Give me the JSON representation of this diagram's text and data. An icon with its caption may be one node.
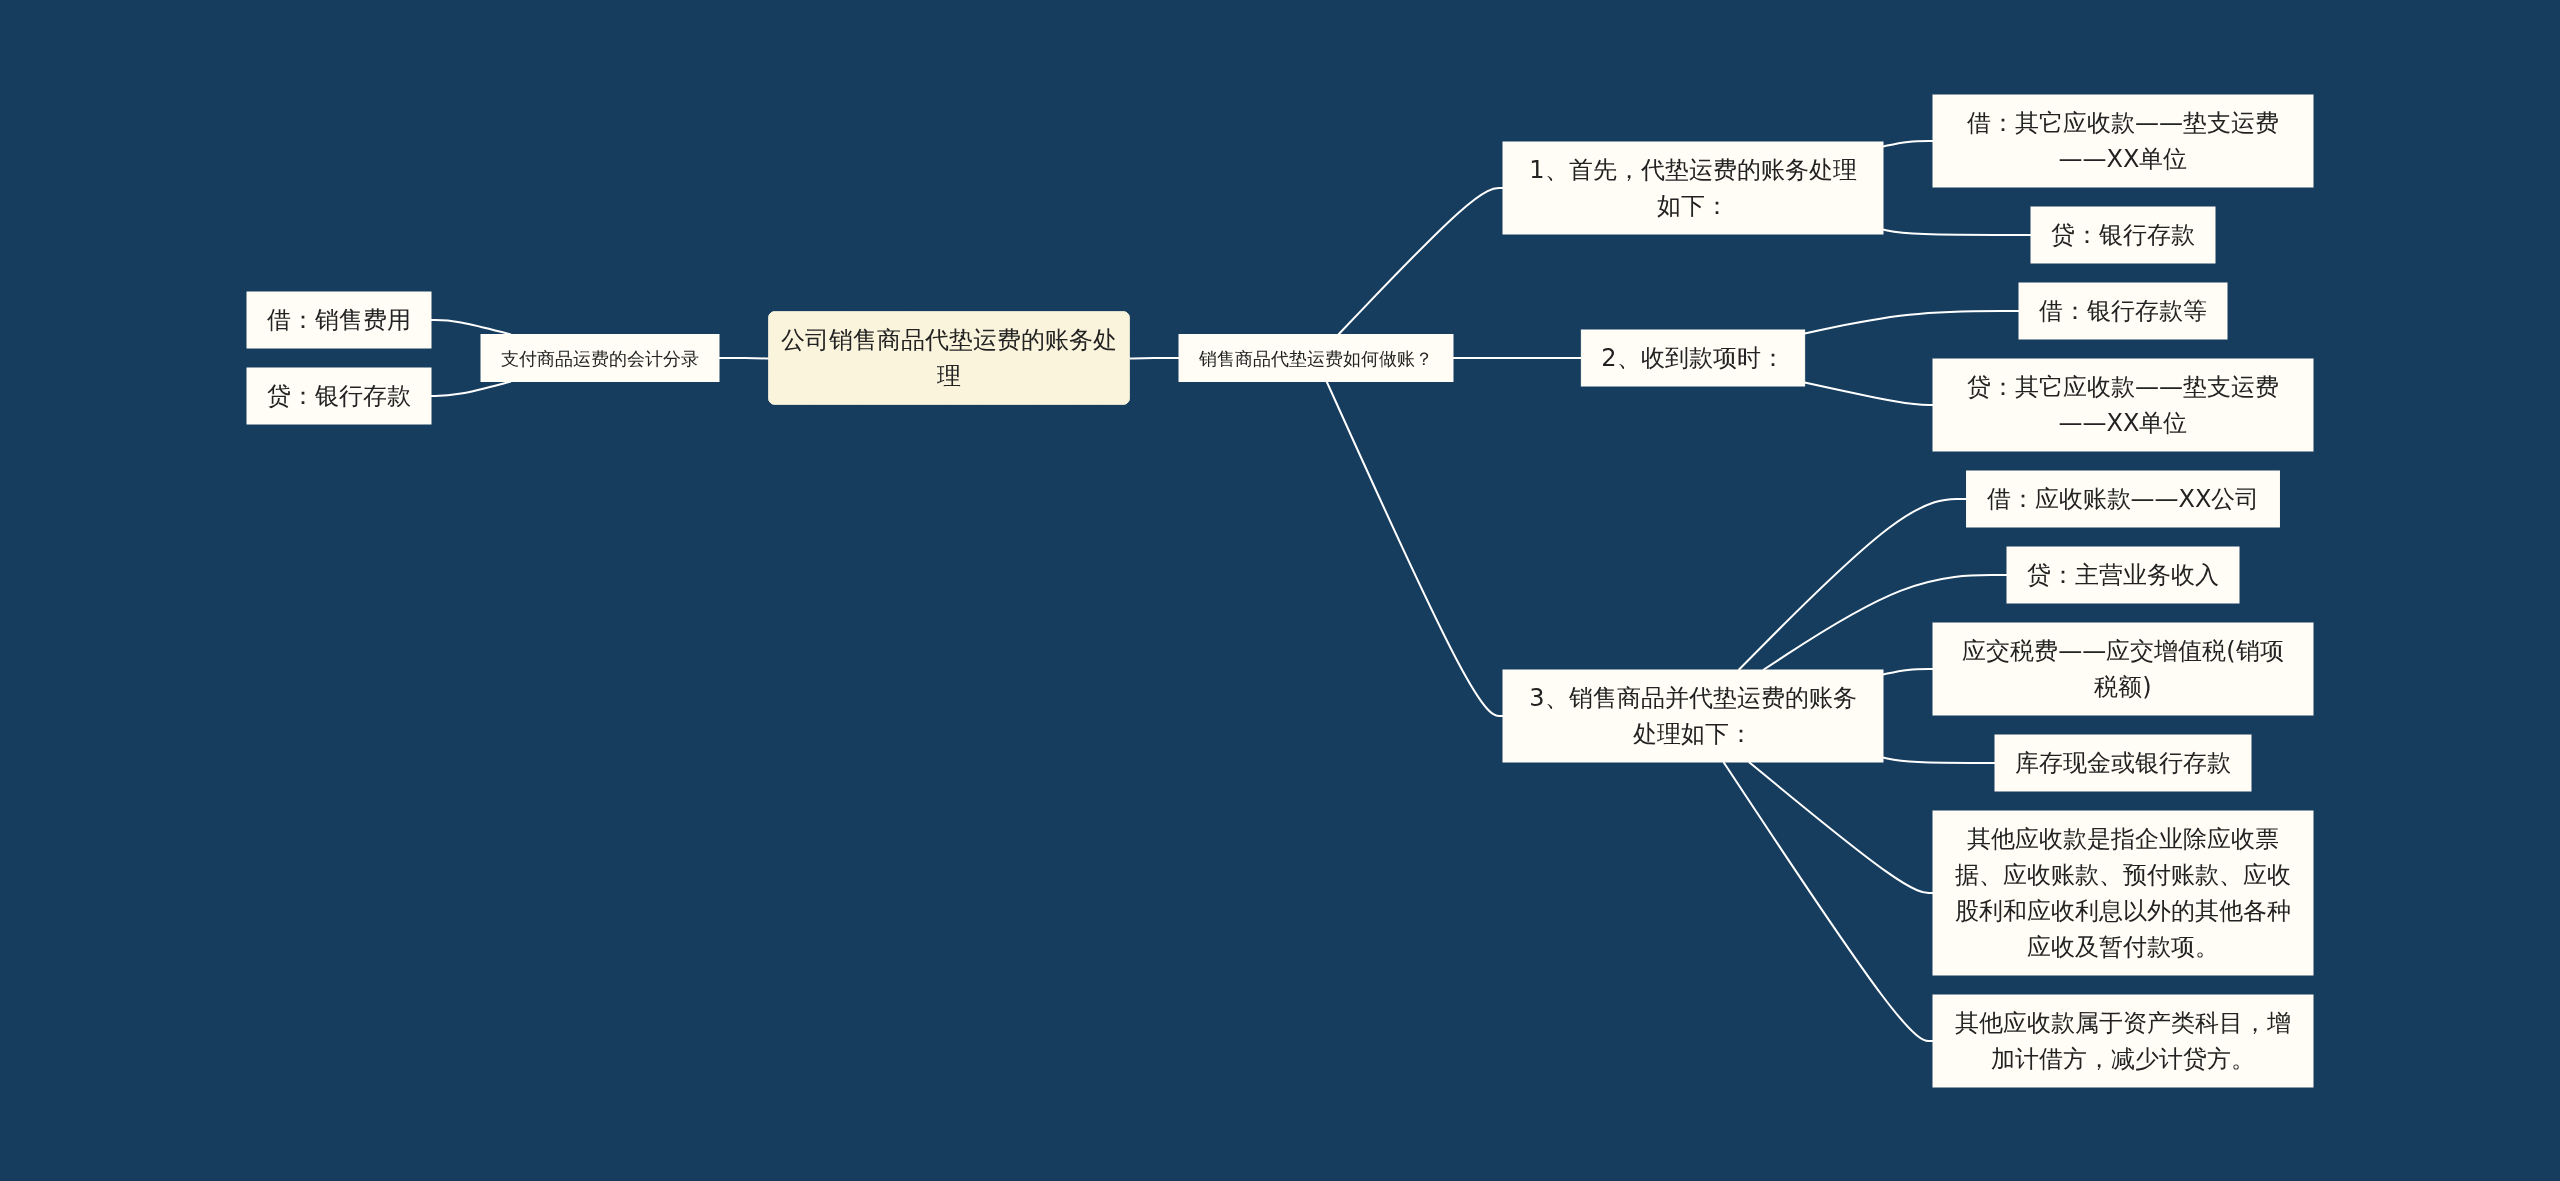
{
  "diagram": {
    "nodes": [
      {
        "text": [
          "借：销售费用"
        ]
      },
      {
        "text": [
          "贷：银行存款"
        ]
      },
      {
        "text": [
          "支付商品运费的会计分录"
        ]
      },
      {
        "text": [
          "公司销售商品代垫运费的账务处理"
        ]
      },
      {
        "text": [
          "销售商品代垫运费如何做账？"
        ]
      },
      {
        "text": [
          "1、首先，代垫运费的账务处理如下："
        ]
      },
      {
        "text": [
          "借：其它应收款——垫支运费——XX单位"
        ]
      },
      {
        "text": [
          "贷：银行存款"
        ]
      },
      {
        "text": [
          "2、收到款项时："
        ]
      },
      {
        "text": [
          "借：银行存款等"
        ]
      },
      {
        "text": [
          "贷：其它应收款——垫支运费——XX单位"
        ]
      },
      {
        "text": [
          "3、销售商品并代垫运费的账务处理如下："
        ]
      },
      {
        "text": [
          "借：应收账款——XX公司"
        ]
      },
      {
        "text": [
          "贷：主营业务收入"
        ]
      },
      {
        "text": [
          "应交税费——应交增值税(销项税额)"
        ]
      },
      {
        "text": [
          "库存现金或银行存款"
        ]
      },
      {
        "text": [
          "其他应收款是指企业除应收票据、应收账款、预付账款、应收股利和应收利息以外的其他各种应收及暂付款项。"
        ]
      },
      {
        "text": [
          "其他应收款属于资产类科目，增加计借方，减少计贷方。"
        ]
      }
    ],
    "edges": [
      {
        "from": 0,
        "to": 2,
        "arrow": "none"
      },
      {
        "from": 1,
        "to": 2,
        "arrow": "none"
      },
      {
        "from": 2,
        "to": 3,
        "arrow": "none"
      },
      {
        "from": 3,
        "to": 4,
        "arrow": "none"
      },
      {
        "from": 4,
        "to": 5,
        "arrow": "none"
      },
      {
        "from": 5,
        "to": 6,
        "arrow": "none"
      },
      {
        "from": 5,
        "to": 7,
        "arrow": "none"
      },
      {
        "from": 4,
        "to": 8,
        "arrow": "none"
      },
      {
        "from": 8,
        "to": 9,
        "arrow": "none"
      },
      {
        "from": 8,
        "to": 10,
        "arrow": "none"
      },
      {
        "from": 4,
        "to": 11,
        "arrow": "none"
      },
      {
        "from": 11,
        "to": 12,
        "arrow": "none"
      },
      {
        "from": 11,
        "to": 13,
        "arrow": "none"
      },
      {
        "from": 11,
        "to": 14,
        "arrow": "none"
      },
      {
        "from": 11,
        "to": 15,
        "arrow": "none"
      },
      {
        "from": 11,
        "to": 16,
        "arrow": "none"
      },
      {
        "from": 11,
        "to": 17,
        "arrow": "none"
      }
    ]
  }
}
